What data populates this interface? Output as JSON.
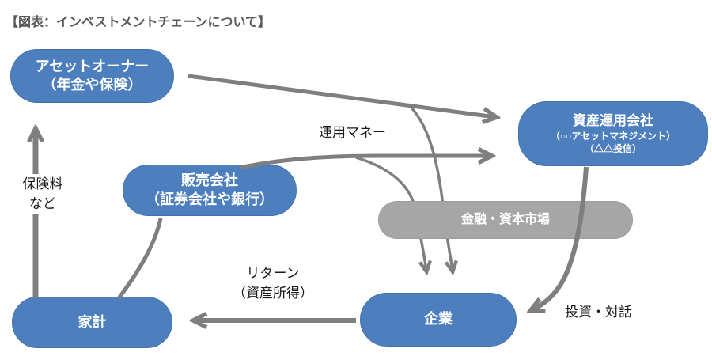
{
  "title": "【図表：インベストメントチェーンについて】",
  "colors": {
    "node_blue": "#4d7fbe",
    "market_gray": "#a6a6a6",
    "arrow_gray": "#7f7f7f",
    "title_text": "#595959",
    "label_text": "#1a1a1a",
    "node_text": "#ffffff"
  },
  "nodes": {
    "asset_owner": {
      "line1": "アセットオーナー",
      "line2": "（年金や保険）"
    },
    "asset_manager": {
      "line1": "資産運用会社",
      "line2": "（○○アセットマネジメント）",
      "line3": "（△△投信）"
    },
    "distributor": {
      "line1": "販売会社",
      "line2": "（証券会社や銀行）"
    },
    "market": {
      "label": "金融・資本市場"
    },
    "household": {
      "label": "家計"
    },
    "company": {
      "label": "企業"
    }
  },
  "labels": {
    "management_money": "運用マネー",
    "insurance_premium_line1": "保険料",
    "insurance_premium_line2": "など",
    "return_line1": "リターン",
    "return_line2": "（資産所得）",
    "investment_dialogue": "投資・対話"
  },
  "edges": [
    {
      "from": "asset_owner",
      "to": "asset_manager",
      "label": "運用マネー"
    },
    {
      "from": "distributor",
      "to": "asset_manager",
      "label": "運用マネー"
    },
    {
      "from": "household",
      "to": "distributor",
      "label": ""
    },
    {
      "from": "household",
      "to": "asset_owner",
      "label": "保険料など"
    },
    {
      "from": "asset_owner",
      "to": "company",
      "via": "market",
      "label": ""
    },
    {
      "from": "distributor",
      "to": "company",
      "via": "market",
      "label": ""
    },
    {
      "from": "asset_manager",
      "to": "company",
      "label": "投資・対話"
    },
    {
      "from": "company",
      "to": "household",
      "label": "リターン（資産所得）"
    }
  ]
}
